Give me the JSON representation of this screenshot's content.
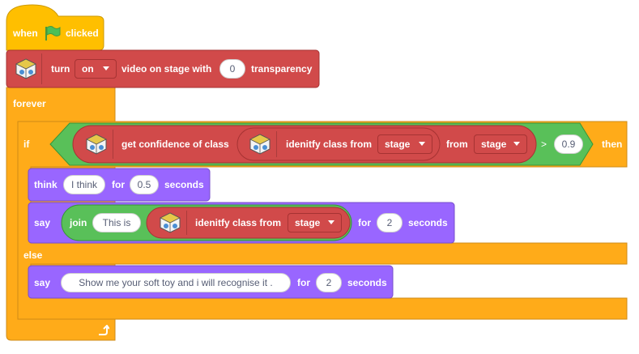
{
  "hat": {
    "when": "when",
    "clicked": "clicked",
    "flag_icon": "green-flag-icon"
  },
  "video_block": {
    "turn": "turn",
    "state": "on",
    "on_stage": "video on stage with",
    "transparency_value": "0",
    "transparency": "transparency"
  },
  "forever": {
    "label": "forever"
  },
  "if_else": {
    "if": "if",
    "then": "then",
    "else": "else"
  },
  "condition": {
    "get_confidence": "get confidence of class",
    "identify_class_from": "idenitfy class from",
    "source": "stage",
    "from": "from",
    "from_source": "stage",
    "gt": ">",
    "threshold": "0.9"
  },
  "think_block": {
    "think": "think",
    "message": "I think",
    "for": "for",
    "secs": "0.5",
    "seconds": "seconds"
  },
  "say_block_1": {
    "say": "say",
    "join": "join",
    "join_text": "This is",
    "identify_class_from": "idenitfy class from",
    "source": "stage",
    "for": "for",
    "secs": "2",
    "seconds": "seconds"
  },
  "say_block_2": {
    "say": "say",
    "message": "Show me your soft toy and i will recognise it .",
    "for": "for",
    "secs": "2",
    "seconds": "seconds"
  },
  "colors": {
    "events": "#ffbf00",
    "control": "#ffab19",
    "ml": "#d14a4a",
    "operators": "#59c059",
    "looks": "#9966ff"
  }
}
